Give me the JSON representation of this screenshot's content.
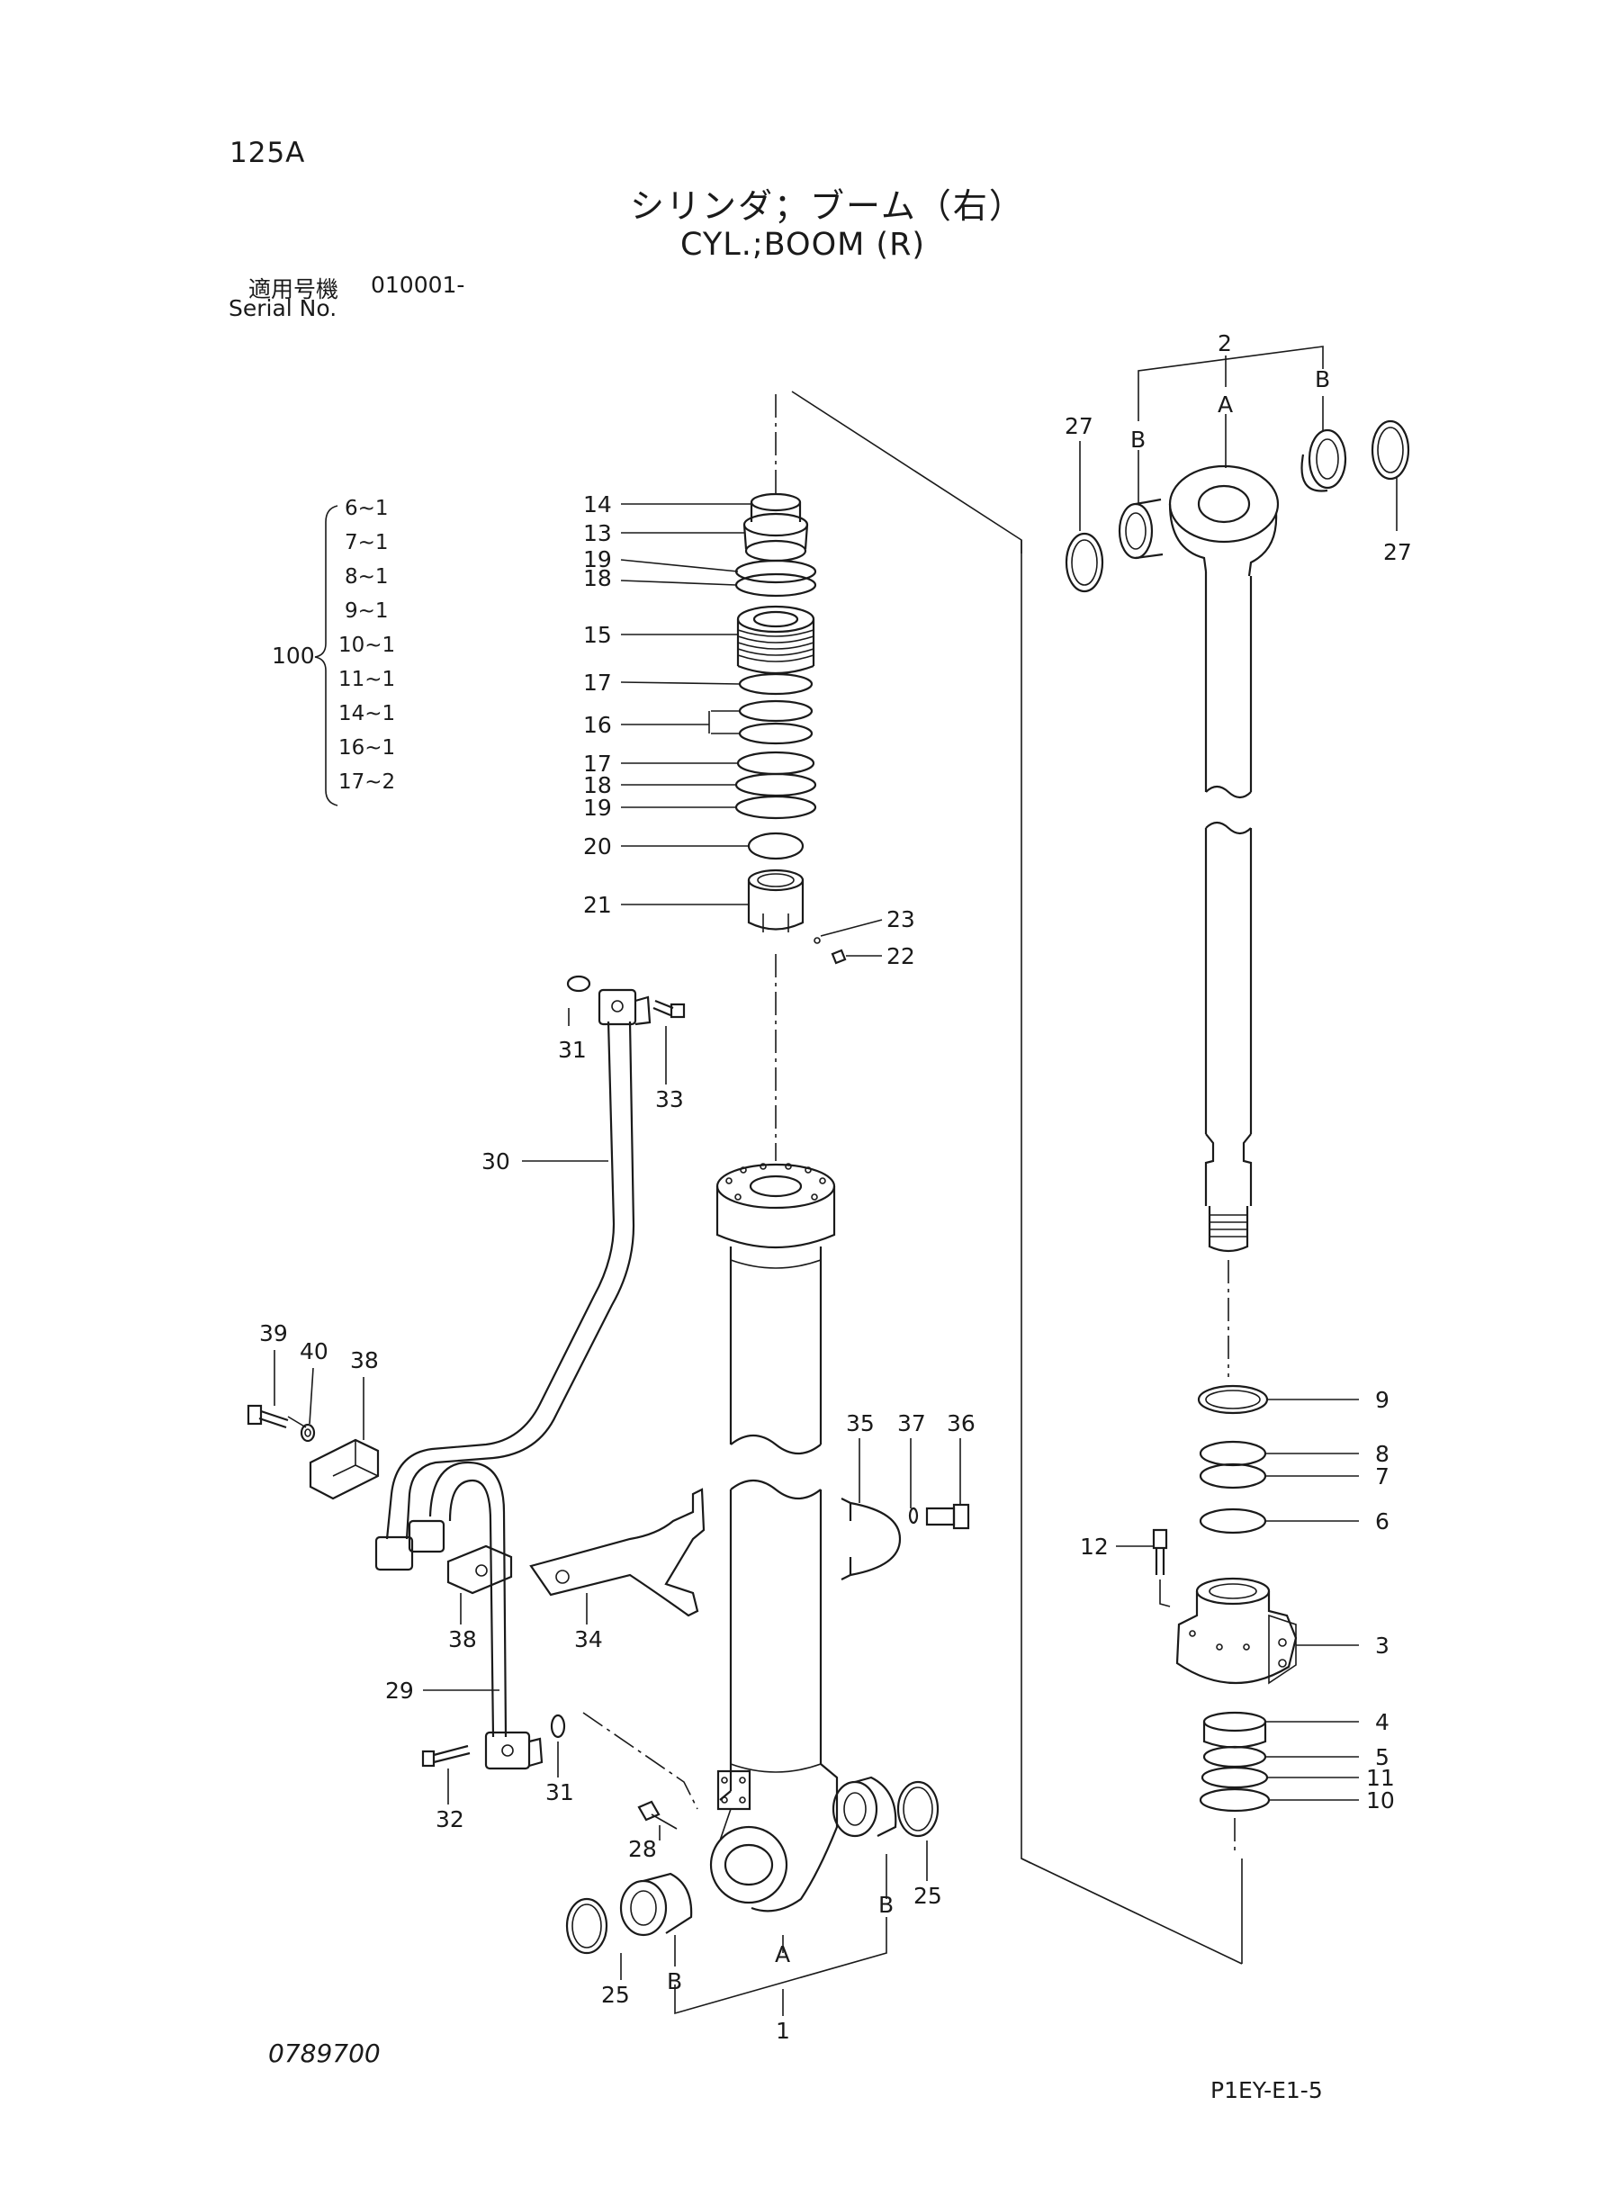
{
  "header": {
    "page_number": "125A",
    "title_jp": "シリンダ；ブーム（右）",
    "title_en": "CYL.;BOOM (R)",
    "serial_label_jp": "適用号機",
    "serial_value": "010001-",
    "serial_label_en": "Serial No."
  },
  "footer": {
    "catalog_number": "0789700",
    "page_code": "P1EY-E1-5"
  },
  "kit": {
    "number": "100",
    "items": [
      "6~1",
      "7~1",
      "8~1",
      "9~1",
      "10~1",
      "11~1",
      "14~1",
      "16~1",
      "17~2"
    ]
  },
  "part_labels": {
    "p1": "1",
    "p2": "2",
    "p3": "3",
    "p4": "4",
    "p5": "5",
    "p6": "6",
    "p7": "7",
    "p8": "8",
    "p9": "9",
    "p10": "10",
    "p11": "11",
    "p12": "12",
    "p13": "13",
    "p14": "14",
    "p15": "15",
    "p16": "16",
    "p17a": "17",
    "p17b": "17",
    "p18a": "18",
    "p18b": "18",
    "p19a": "19",
    "p19b": "19",
    "p20": "20",
    "p21": "21",
    "p22": "22",
    "p23": "23",
    "p25a": "25",
    "p25b": "25",
    "p27a": "27",
    "p27b": "27",
    "p28": "28",
    "p29": "29",
    "p30": "30",
    "p31a": "31",
    "p31b": "31",
    "p32": "32",
    "p33": "33",
    "p34": "34",
    "p35": "35",
    "p36": "36",
    "p37": "37",
    "p38a": "38",
    "p38b": "38",
    "p39": "39",
    "p40": "40"
  },
  "subassembly_labels": {
    "head_a": "A",
    "head_b_left": "B",
    "head_b_right": "B",
    "rod_a": "A",
    "rod_b_left": "B",
    "rod_b_right": "B"
  }
}
